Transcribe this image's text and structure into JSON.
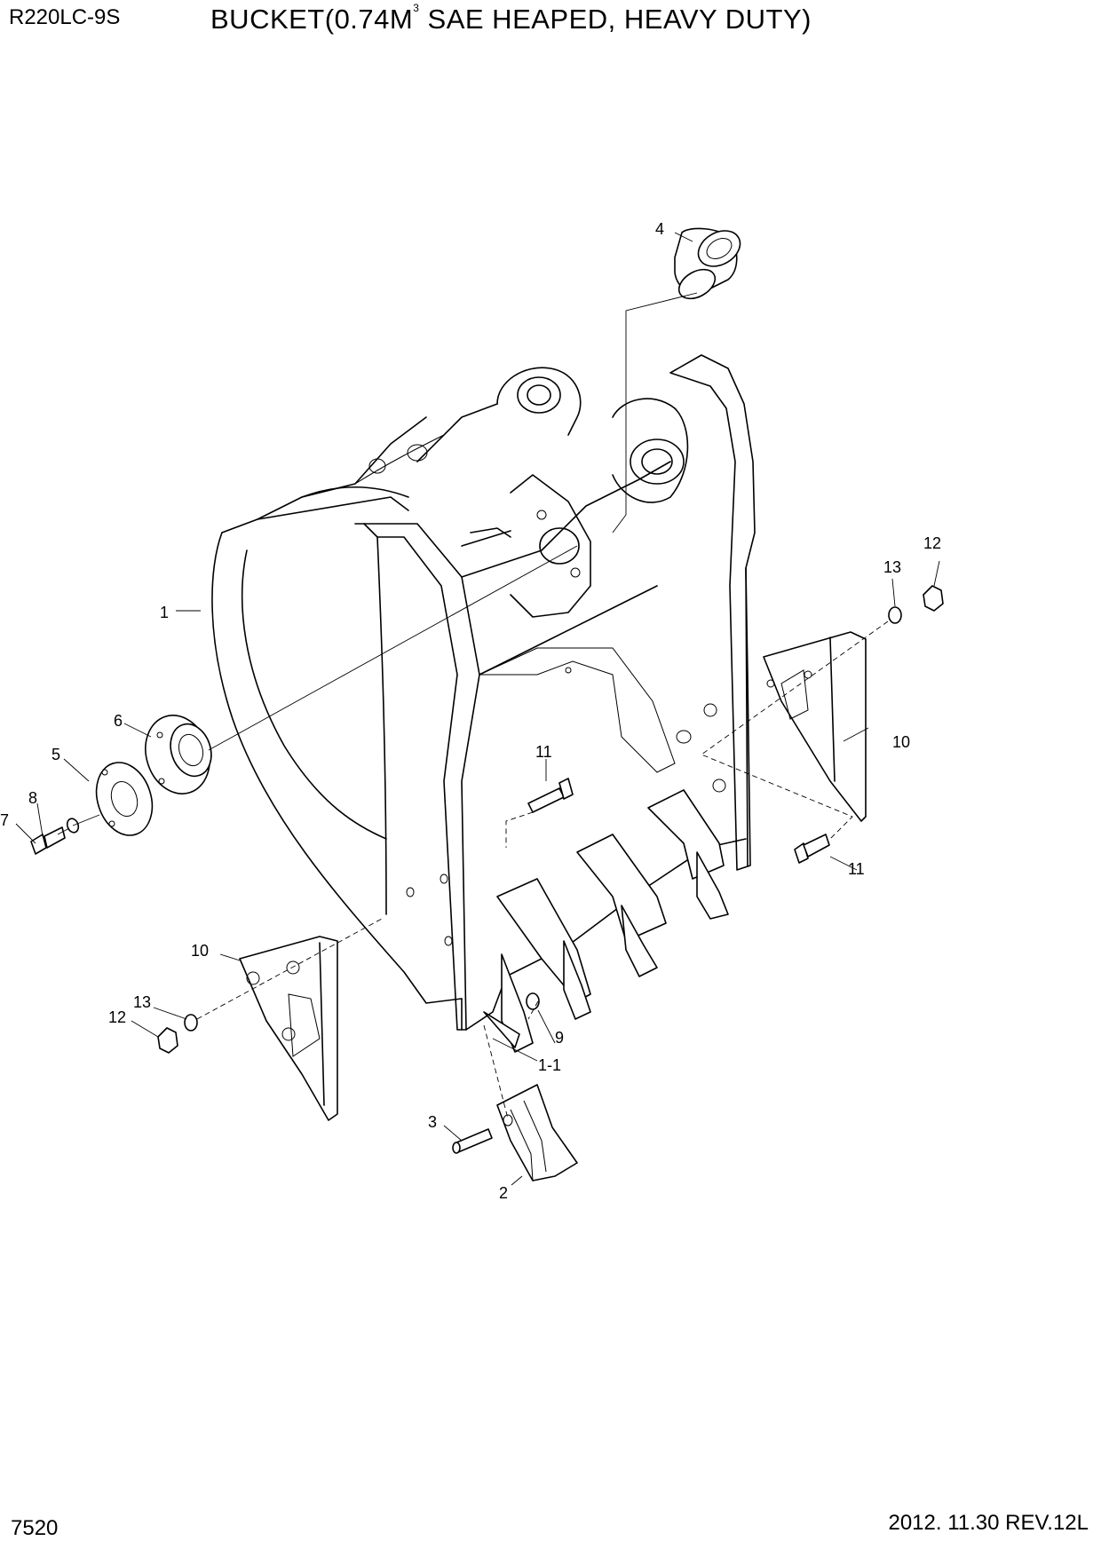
{
  "header": {
    "model": "R220LC-9S",
    "title_main": "BUCKET(0.74M",
    "title_sup": "3",
    "title_rest": " SAE HEAPED, HEAVY DUTY)"
  },
  "footer": {
    "page_number": "7520",
    "revision": "2012. 11.30  REV.12L"
  },
  "callouts": [
    {
      "id": "c1",
      "label": "1"
    },
    {
      "id": "c1-1",
      "label": "1-1"
    },
    {
      "id": "c2",
      "label": "2"
    },
    {
      "id": "c3",
      "label": "3"
    },
    {
      "id": "c4",
      "label": "4"
    },
    {
      "id": "c5",
      "label": "5"
    },
    {
      "id": "c6",
      "label": "6"
    },
    {
      "id": "c7",
      "label": "7"
    },
    {
      "id": "c8",
      "label": "8"
    },
    {
      "id": "c9",
      "label": "9"
    },
    {
      "id": "c10a",
      "label": "10"
    },
    {
      "id": "c10b",
      "label": "10"
    },
    {
      "id": "c11a",
      "label": "11"
    },
    {
      "id": "c11b",
      "label": "11"
    },
    {
      "id": "c12a",
      "label": "12"
    },
    {
      "id": "c12b",
      "label": "12"
    },
    {
      "id": "c13a",
      "label": "13"
    },
    {
      "id": "c13b",
      "label": "13"
    }
  ]
}
